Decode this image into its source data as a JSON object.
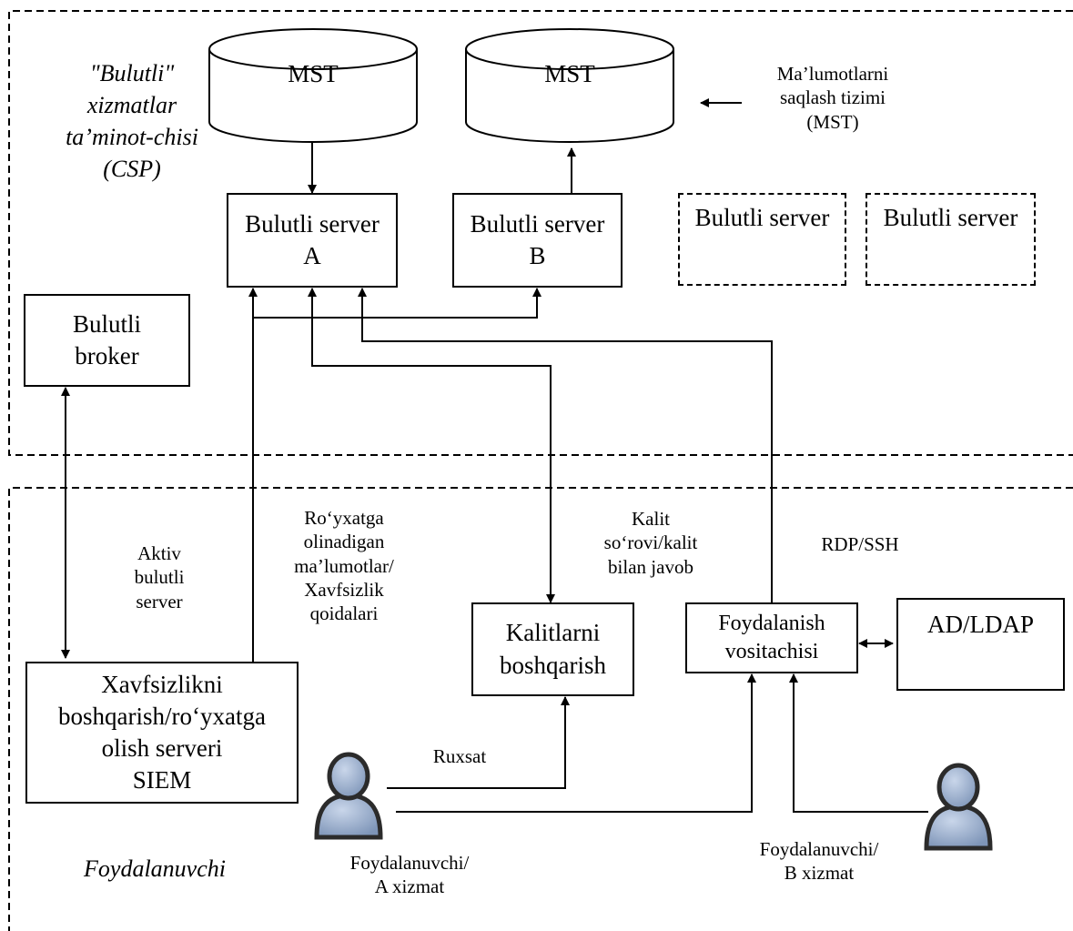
{
  "csp_region": {
    "label_lines": [
      "\"Bulutli\"",
      "xizmatlar",
      "ta’minot-chisi",
      "(CSP)"
    ]
  },
  "user_region": {
    "label": "Foydalanuvchi"
  },
  "storage": {
    "left_label": "MST",
    "right_label": "MST",
    "legend_lines": [
      "Ma’lumotlarni",
      "saqlash tizimi",
      "(MST)"
    ]
  },
  "servers": {
    "a_lines": [
      "Bulutli server",
      "A"
    ],
    "b_lines": [
      "Bulutli server",
      "B"
    ],
    "c_label": "Bulutli server",
    "d_label": "Bulutli server"
  },
  "broker": {
    "lines": [
      "Bulutli",
      "broker"
    ]
  },
  "siem": {
    "lines": [
      "Xavfsizlikni",
      "boshqarish/ro‘yxatga",
      "olish serveri",
      "SIEM"
    ]
  },
  "key_mgmt": {
    "lines": [
      "Kalitlarni",
      "boshqarish"
    ]
  },
  "access_broker": {
    "lines": [
      "Foydalanish",
      "vositachisi"
    ]
  },
  "directory": {
    "label": "AD/LDAP"
  },
  "edge_labels": {
    "active_server": [
      "Aktiv",
      "bulutli",
      "server"
    ],
    "logging": [
      "Ro‘yxatga",
      "olinadigan",
      "ma’lumotlar/",
      "Xavfsizlik",
      "qoidalari"
    ],
    "key_request": [
      "Kalit",
      "so‘rovi/kalit",
      "bilan javob"
    ],
    "protocol": "RDP/SSH",
    "permission": "Ruxsat"
  },
  "users": {
    "a_lines": [
      "Foydalanuvchi/",
      "A xizmat"
    ],
    "b_lines": [
      "Foydalanuvchi/",
      "B xizmat"
    ]
  }
}
